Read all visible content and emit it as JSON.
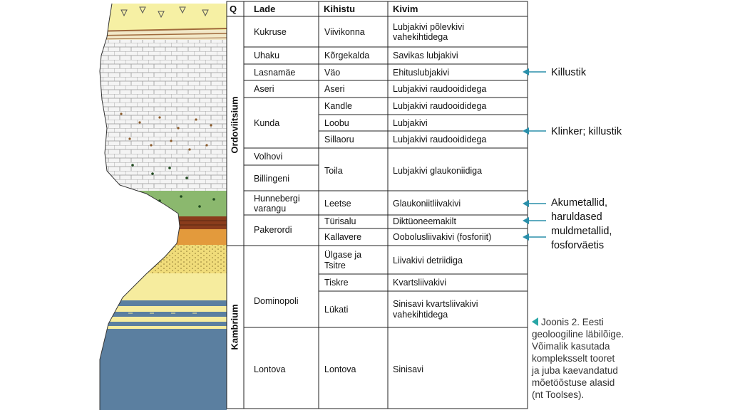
{
  "headers": {
    "q": "Q",
    "lade": "Lade",
    "kihistu": "Kihistu",
    "kivim": "Kivim"
  },
  "periods": {
    "ordovician": "Ordoviitsium",
    "cambrian": "Kambrium"
  },
  "stages": {
    "kukruse": "Kukruse",
    "uhaku": "Uhaku",
    "lasnamae": "Lasnamäe",
    "aseri": "Aseri",
    "kunda": "Kunda",
    "volhovi": "Volhovi",
    "billingeni": "Billingeni",
    "hunnebergi": [
      "Hunnebergi",
      "varangu"
    ],
    "pakerordi": "Pakerordi",
    "dominopoli": "Dominopoli",
    "lontova": "Lontova"
  },
  "formations": {
    "viivikonna": "Viivikonna",
    "korgekalda": "Kõrgekalda",
    "vao": "Väo",
    "aseri": "Aseri",
    "kandle": "Kandle",
    "loobu": "Loobu",
    "sillaoru": "Sillaoru",
    "toila": "Toila",
    "leetse": "Leetse",
    "turisalu": "Türisalu",
    "kallavere": "Kallavere",
    "ulgase": [
      "Ülgase ja",
      "Tsitre"
    ],
    "tiskre": "Tiskre",
    "lukati": "Lükati",
    "lontova": "Lontova"
  },
  "rocks": {
    "viivikonna": [
      "Lubjakivi põlevkivi",
      "vahekihtidega"
    ],
    "korgekalda": "Savikas lubjakivi",
    "vao": "Ehituslubjakivi",
    "aseri": "Lubjakivi raudooididega",
    "kandle": "Lubjakivi raudooididega",
    "loobu": "Lubjakivi",
    "sillaoru": "Lubjakivi raudooididega",
    "toila": "Lubjakivi glaukoniidiga",
    "leetse": "Glaukoniitliivakivi",
    "turisalu": "Diktüoneemakilt",
    "kallavere": "Oobolusliivakivi (fosforiit)",
    "ulgase": "Liivakivi detriidiga",
    "tiskre": "Kvartsliivakivi",
    "lukati": [
      "Sinisavi kvartsliivakivi",
      "vahekihtidega"
    ],
    "lontova": "Sinisavi"
  },
  "annotations": {
    "killustik": "Killustik",
    "klinker": "Klinker; killustik",
    "metals": [
      "Akumetallid,",
      "haruldased",
      "muldmetallid,",
      "fosforväetis"
    ]
  },
  "caption": [
    "Joonis 2. Eesti",
    "geoloogiline läbilõige.",
    "Võimalik kasutada",
    "kompleksselt tooret",
    "ja juba kaevandatud",
    "mõetöõstuse alasid",
    "(nt Toolses)."
  ],
  "colors": {
    "quaternary": "#f6f0a4",
    "oil_shale": "#a06a3c",
    "limestone": "#f4f4f4",
    "glauconite": "#8bb86e",
    "dictyonema": "#8a3c1c",
    "phosphorite": "#e39a3c",
    "sandstone": "#f0dc7a",
    "blue_clay": "#5b7fa0",
    "arrow": "#2a8faa"
  }
}
